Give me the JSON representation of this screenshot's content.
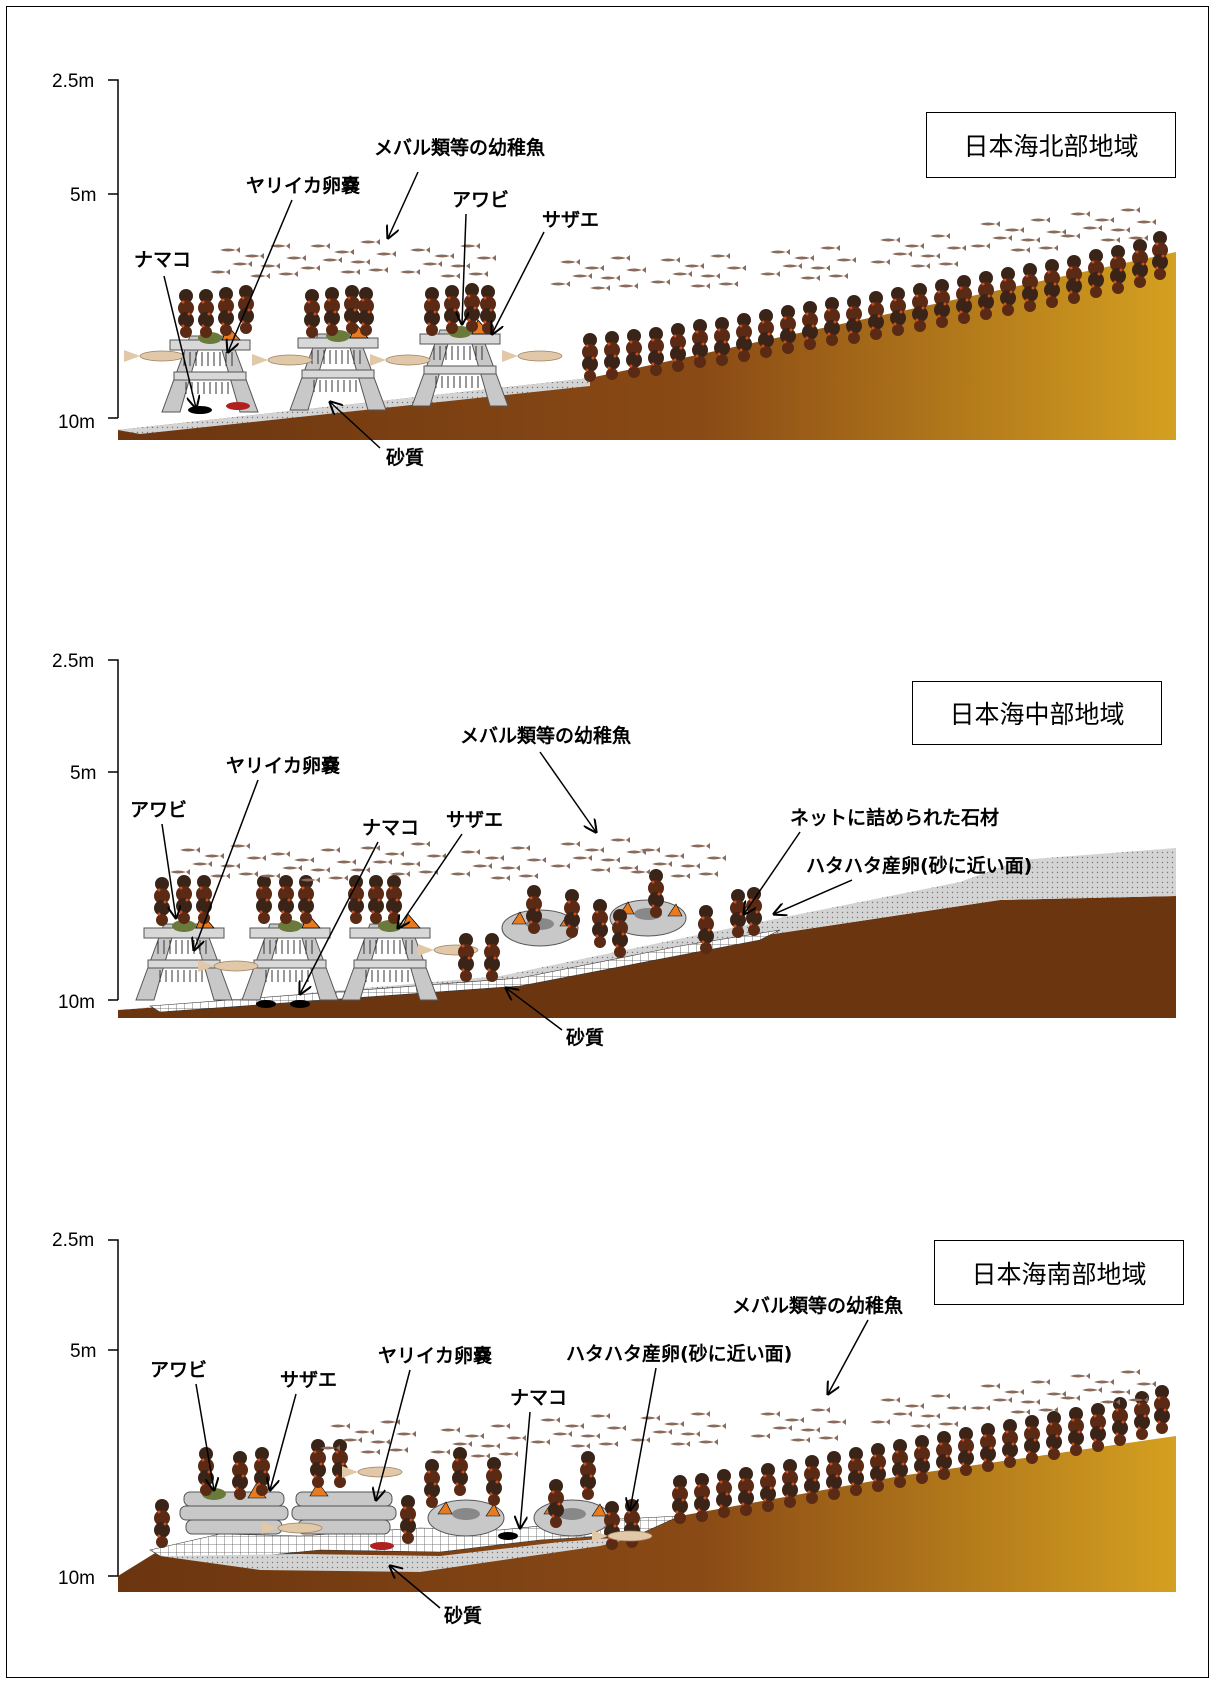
{
  "depth_ticks": [
    "2.5m",
    "5m",
    "10m"
  ],
  "panels": [
    {
      "region": "日本海北部地域",
      "labels": {
        "juvenile_fish": "メバル類等の幼稚魚",
        "squid_eggs": "ヤリイカ卵嚢",
        "abalone": "アワビ",
        "turban_shell": "サザエ",
        "sea_cucumber": "ナマコ",
        "sand": "砂質"
      }
    },
    {
      "region": "日本海中部地域",
      "labels": {
        "juvenile_fish": "メバル類等の幼稚魚",
        "squid_eggs": "ヤリイカ卵嚢",
        "abalone": "アワビ",
        "sea_cucumber": "ナマコ",
        "turban_shell": "サザエ",
        "net_stones": "ネットに詰められた石材",
        "sandfish_eggs": "ハタハタ産卵(砂に近い面)",
        "sand": "砂質"
      }
    },
    {
      "region": "日本海南部地域",
      "labels": {
        "juvenile_fish": "メバル類等の幼稚魚",
        "abalone": "アワビ",
        "turban_shell": "サザエ",
        "squid_eggs": "ヤリイカ卵嚢",
        "sandfish_eggs": "ハタハタ産卵(砂に近い面)",
        "sea_cucumber": "ナマコ",
        "sand": "砂質"
      }
    }
  ],
  "colors": {
    "seabed_brown": "#6b3510",
    "sand_gray": "#cfcfcf",
    "seaweed_dark": "#3a2418",
    "seaweed_red": "#b8401a",
    "slope_gold": "#d4a020",
    "reef_gray": "#c8c8c8",
    "cone_orange": "#e87a20"
  }
}
